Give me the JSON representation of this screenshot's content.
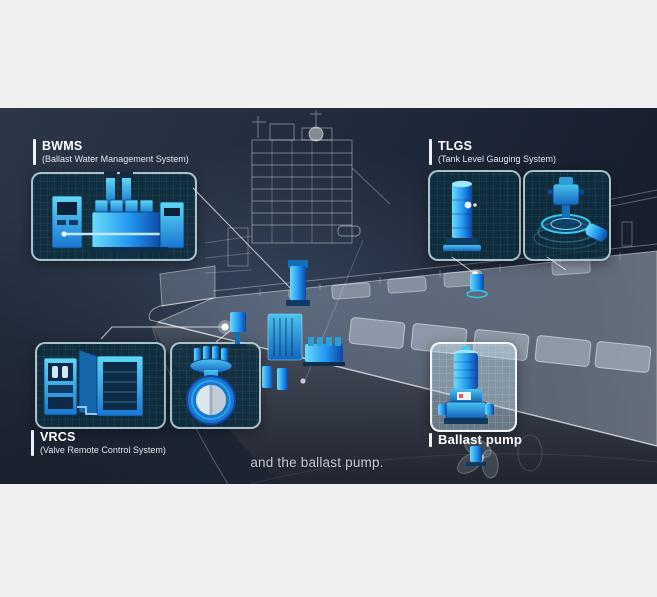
{
  "frame": {
    "caption": "and the ballast pump."
  },
  "callouts": {
    "bwms": {
      "abbr": "BWMS",
      "full": "(Ballast Water Management System)"
    },
    "tlgs": {
      "abbr": "TLGS",
      "full": "(Tank Level Gauging System)"
    },
    "vrcs": {
      "abbr": "VRCS",
      "full": "(Valve Remote Control System)"
    },
    "ballast_pump": {
      "label": "Ballast pump"
    }
  },
  "colors": {
    "page_margin": "#f0f0f0",
    "frame_bg_top": "#2c3649",
    "frame_bg_bottom": "#141a28",
    "panel_fill": "#0d2d3e",
    "panel_border": "#cbe0ea",
    "panel_light_fill": "#bcd8e8",
    "equipment_blue": "#1e88e5",
    "equipment_cyan": "#3fd0f2",
    "wireframe_white": "#ffffff",
    "label_text": "#ffffff",
    "sublabel_text": "#dfe6ec",
    "caption_text": "#c3cad4"
  }
}
